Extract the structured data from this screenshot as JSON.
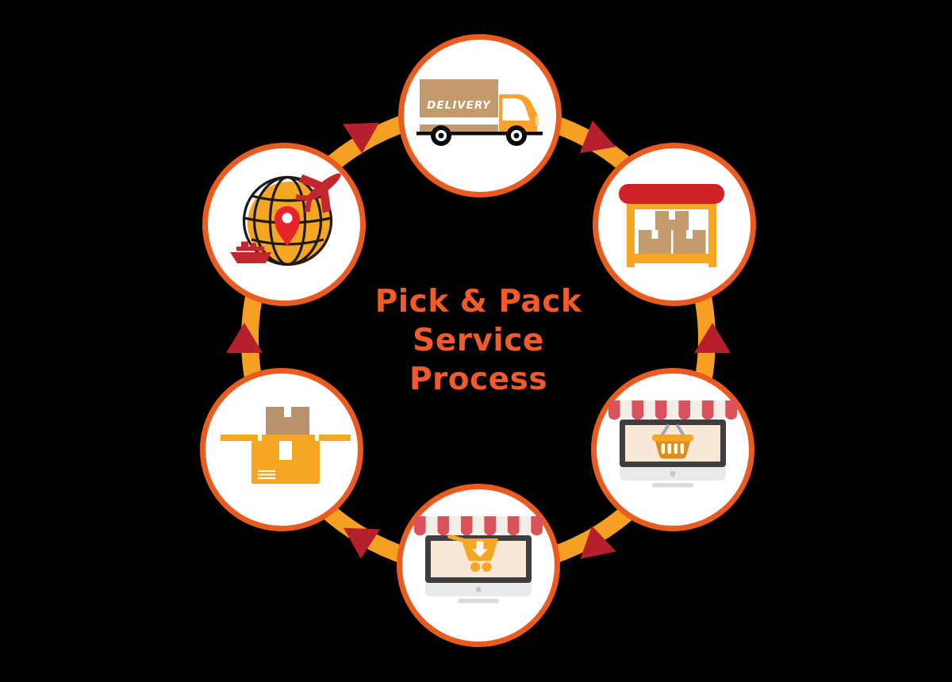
{
  "title": {
    "line1": "Pick & Pack",
    "line2": "Service",
    "line3": "Process",
    "color": "#F15A29"
  },
  "truck": {
    "label": "DELIVERY"
  },
  "ring": {
    "band_color": "#F5A023",
    "node_border_color": "#E95B1E",
    "node_fill_color": "#FFFFFF",
    "arrow_color": "#B5202C",
    "background_color": "#000000"
  },
  "nodes": [
    {
      "id": "delivery-truck",
      "icon": "delivery-truck-icon",
      "position": "top"
    },
    {
      "id": "warehouse-storage",
      "icon": "warehouse-shelf-icon",
      "position": "top-right"
    },
    {
      "id": "online-store-basket",
      "icon": "storefront-basket-monitor-icon",
      "position": "bottom-right"
    },
    {
      "id": "online-order-cart",
      "icon": "storefront-cart-monitor-icon",
      "position": "bottom"
    },
    {
      "id": "packing-box",
      "icon": "open-packing-box-icon",
      "position": "bottom-left"
    },
    {
      "id": "global-shipping",
      "icon": "globe-shipping-icon",
      "position": "top-left"
    }
  ],
  "arrows": [
    {
      "id": "arrow-top-left",
      "direction": "down"
    },
    {
      "id": "arrow-top-right",
      "direction": "up"
    },
    {
      "id": "arrow-right",
      "direction": "up"
    },
    {
      "id": "arrow-bottom-right",
      "direction": "up"
    },
    {
      "id": "arrow-bottom-left",
      "direction": "down"
    },
    {
      "id": "arrow-left",
      "direction": "up"
    }
  ],
  "palette": {
    "cargo_tan": "#C49A6C",
    "box_tan": "#B9916C",
    "item_orange": "#F5A623",
    "cab_orange": "#F9A12B",
    "roof_red": "#CE2128",
    "awning_red": "#D9525C",
    "awning_white": "#F2EEE6",
    "monitor_frame": "#3E3D40",
    "screen_cream": "#F8E8D5",
    "red_icon": "#C1272D",
    "pin_red": "#E8242B"
  }
}
